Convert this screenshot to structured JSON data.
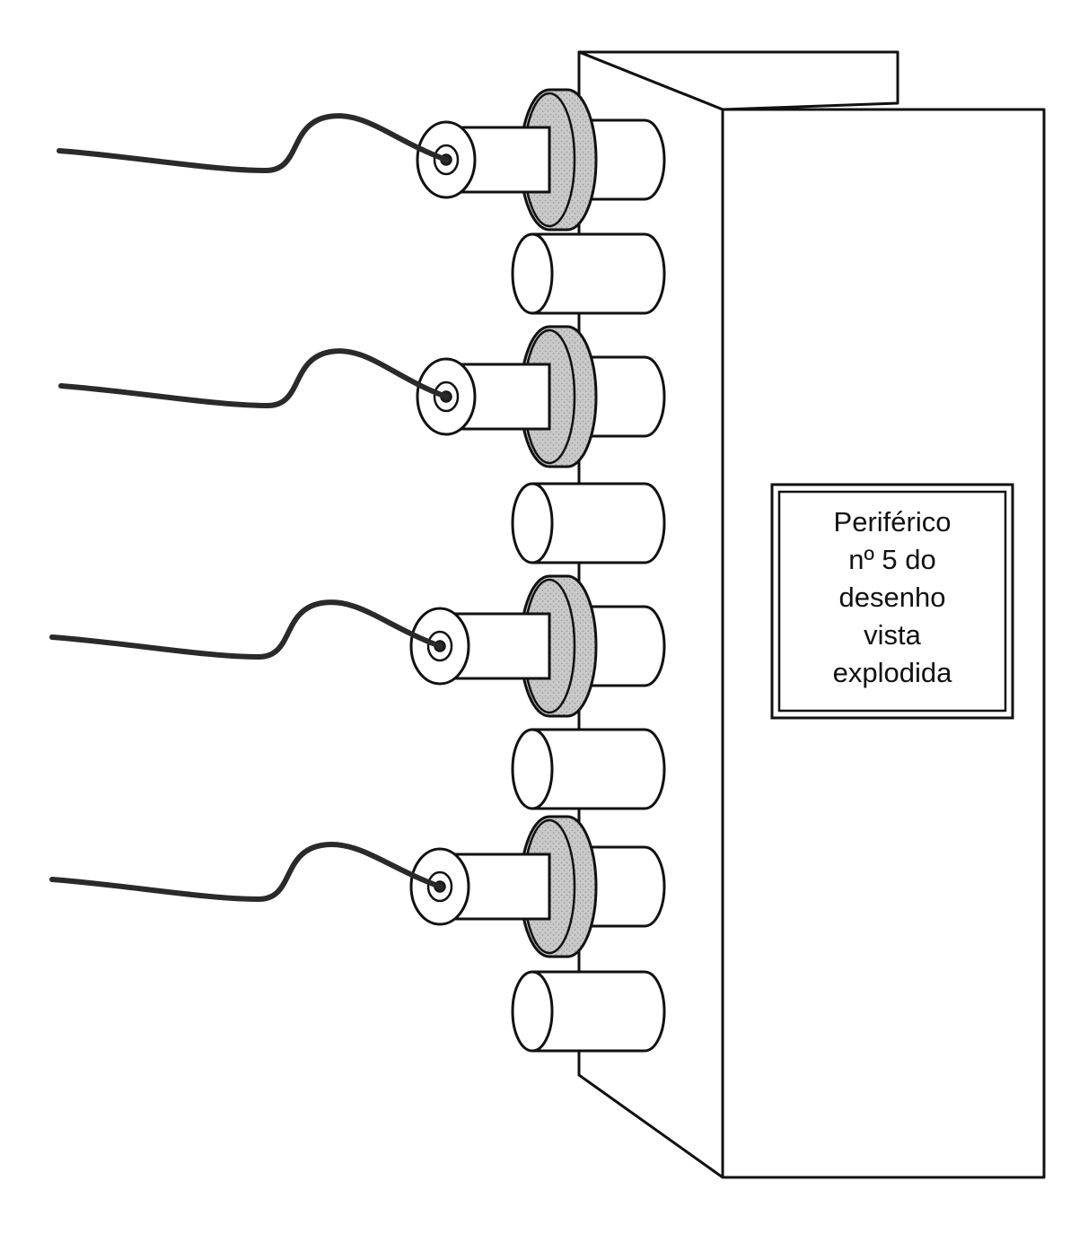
{
  "label": {
    "lines": [
      "Periférico",
      "nº 5 do",
      "desenho",
      "vista",
      "explodida"
    ]
  },
  "colors": {
    "ink": "#111111",
    "paper": "#ffffff",
    "collar": "#c8c8c8",
    "cable": "#2a2a2a"
  },
  "components": {
    "device_body": "peripheral-device-box",
    "connectors": [
      "connector-1",
      "connector-2",
      "connector-3",
      "connector-4"
    ],
    "empty_sockets": [
      "socket-1",
      "socket-2",
      "socket-3",
      "socket-4"
    ],
    "cables": [
      "cable-1",
      "cable-2",
      "cable-3",
      "cable-4"
    ]
  }
}
